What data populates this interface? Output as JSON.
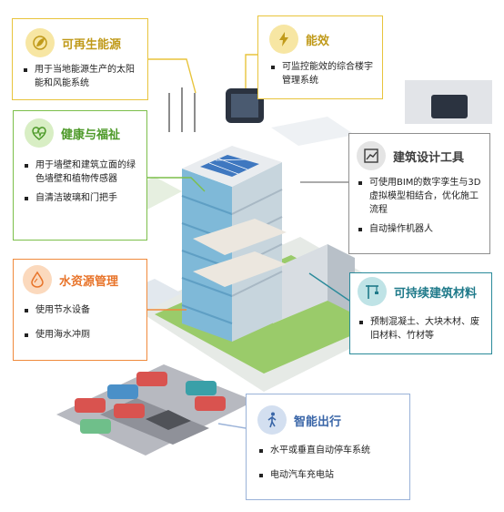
{
  "colors": {
    "renewable": "#e8c43c",
    "energy": "#e8c43c",
    "health": "#7cbf4a",
    "design": "#8f8f8f",
    "water": "#f08a3c",
    "materials": "#2a8a9a",
    "mobility": "#9ab2d8"
  },
  "panels": {
    "renewable": {
      "title": "可再生能源",
      "icon": "leaf-globe-icon",
      "items": [
        "用于当地能源生产的太阳能和风能系统"
      ]
    },
    "energy": {
      "title": "能效",
      "icon": "lightning-icon",
      "items": [
        "可监控能效的综合楼宇管理系统"
      ]
    },
    "health": {
      "title": "健康与福祉",
      "icon": "heart-pulse-icon",
      "items": [
        "用于墙壁和建筑立面的绿色墙壁和植物传感器",
        "自清洁玻璃和门把手"
      ]
    },
    "design": {
      "title": "建筑设计工具",
      "icon": "design-chart-icon",
      "items": [
        "可使用BIM的数字孪生与3D虚拟模型相结合，优化施工流程",
        "自动操作机器人"
      ]
    },
    "water": {
      "title": "水资源管理",
      "icon": "water-drop-icon",
      "items": [
        "使用节水设备",
        "使用海水冲厕"
      ]
    },
    "materials": {
      "title": "可持续建筑材料",
      "icon": "crane-icon",
      "items": [
        "预制混凝土、大块木材、废旧材料、竹材等"
      ]
    },
    "mobility": {
      "title": "智能出行",
      "icon": "walking-person-icon",
      "items": [
        "水平或垂直自动停车系统",
        "电动汽车充电站"
      ]
    }
  }
}
